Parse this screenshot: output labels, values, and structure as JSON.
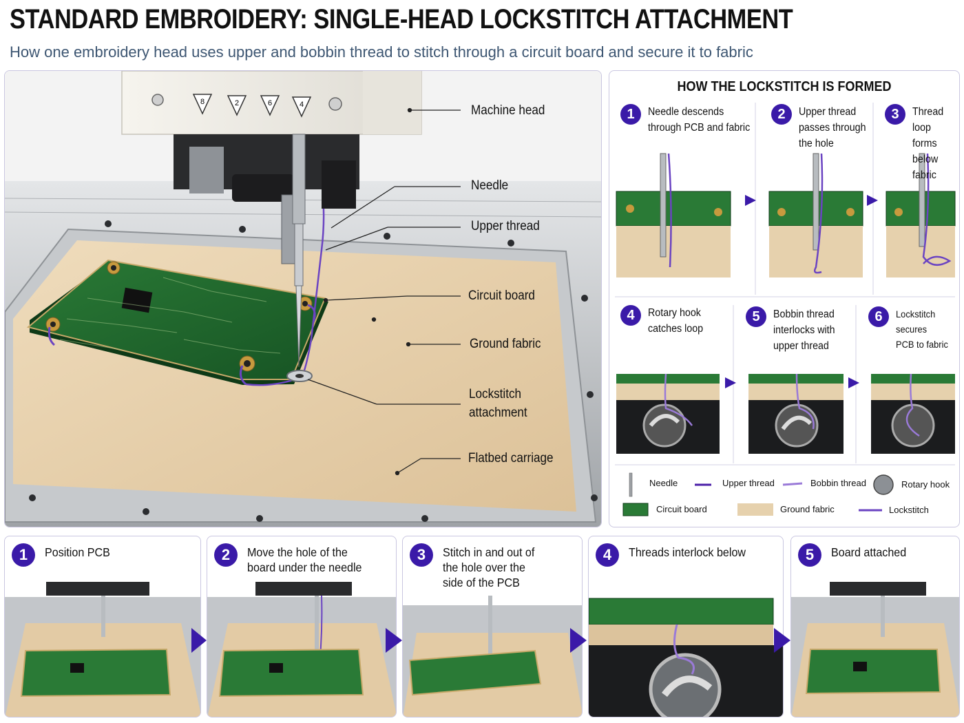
{
  "header": {
    "title": "STANDARD EMBROIDERY: SINGLE-HEAD LOCKSTITCH ATTACHMENT",
    "subtitle": "How one embroidery head uses upper and bobbin thread to stitch through a circuit board and secure it to fabric"
  },
  "main": {
    "head_buttons": [
      "8",
      "2",
      "6",
      "4"
    ],
    "callouts": {
      "machine_head": "Machine head",
      "needle": "Needle",
      "upper_thread": "Upper thread",
      "circuit_board": "Circuit board",
      "ground_fabric": "Ground fabric",
      "lockstitch_1": "Lockstitch",
      "lockstitch_2": "attachment",
      "flatbed": "Flatbed carriage"
    }
  },
  "lockstitch": {
    "title": "HOW THE LOCKSTITCH IS FORMED",
    "steps": [
      {
        "num": "1",
        "text": "Needle descends\nthrough PCB and fabric"
      },
      {
        "num": "2",
        "text": "Upper thread\npasses through\nthe hole"
      },
      {
        "num": "3",
        "text": "Thread loop\nforms below\nfabric"
      },
      {
        "num": "4",
        "text": "Rotary hook\ncatches loop"
      },
      {
        "num": "5",
        "text": "Bobbin thread\ninterlocks with\nupper thread"
      },
      {
        "num": "6",
        "text": "Lockstitch secures\nPCB to fabric"
      }
    ],
    "legend": {
      "needle": "Needle",
      "upper_thread": "Upper thread",
      "bobbin_thread": "Bobbin thread",
      "rotary_hook": "Rotary hook",
      "circuit_board": "Circuit board",
      "ground_fabric": "Ground fabric",
      "lockstitch": "Lockstitch"
    }
  },
  "process": [
    {
      "num": "1",
      "text": "Position PCB"
    },
    {
      "num": "2",
      "text": "Move the hole of the\nboard under the needle"
    },
    {
      "num": "3",
      "text": "Stitch in and out of\nthe hole over the\nside of the PCB"
    },
    {
      "num": "4",
      "text": "Threads interlock below"
    },
    {
      "num": "5",
      "text": "Board attached"
    }
  ],
  "colors": {
    "accent": "#3a1aa8",
    "upper_thread": "#4b1fa8",
    "bobbin_thread": "#9a7ad8",
    "pcb": "#1f6a2c",
    "fabric": "#e9d2ad",
    "steel": "#b9bcc0"
  }
}
